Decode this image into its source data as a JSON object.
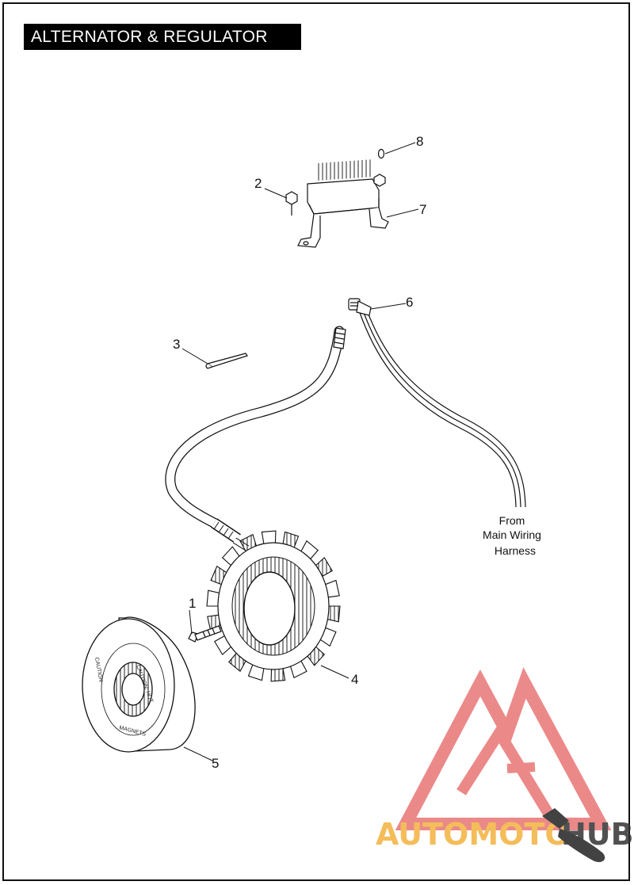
{
  "title": "ALTERNATOR & REGULATOR",
  "callouts": [
    {
      "id": "1",
      "label": "1"
    },
    {
      "id": "2",
      "label": "2"
    },
    {
      "id": "3",
      "label": "3"
    },
    {
      "id": "4",
      "label": "4"
    },
    {
      "id": "5",
      "label": "5"
    },
    {
      "id": "6",
      "label": "6"
    },
    {
      "id": "7",
      "label": "7"
    },
    {
      "id": "8",
      "label": "8"
    }
  ],
  "harness_note": [
    "From",
    "Main Wiring",
    "Harness"
  ],
  "watermark": {
    "text_left": "AUTOMOTO",
    "text_right": "HUB",
    "colors": {
      "left": "#f3b23e",
      "mid": "#e87575",
      "right": "#333333"
    }
  }
}
